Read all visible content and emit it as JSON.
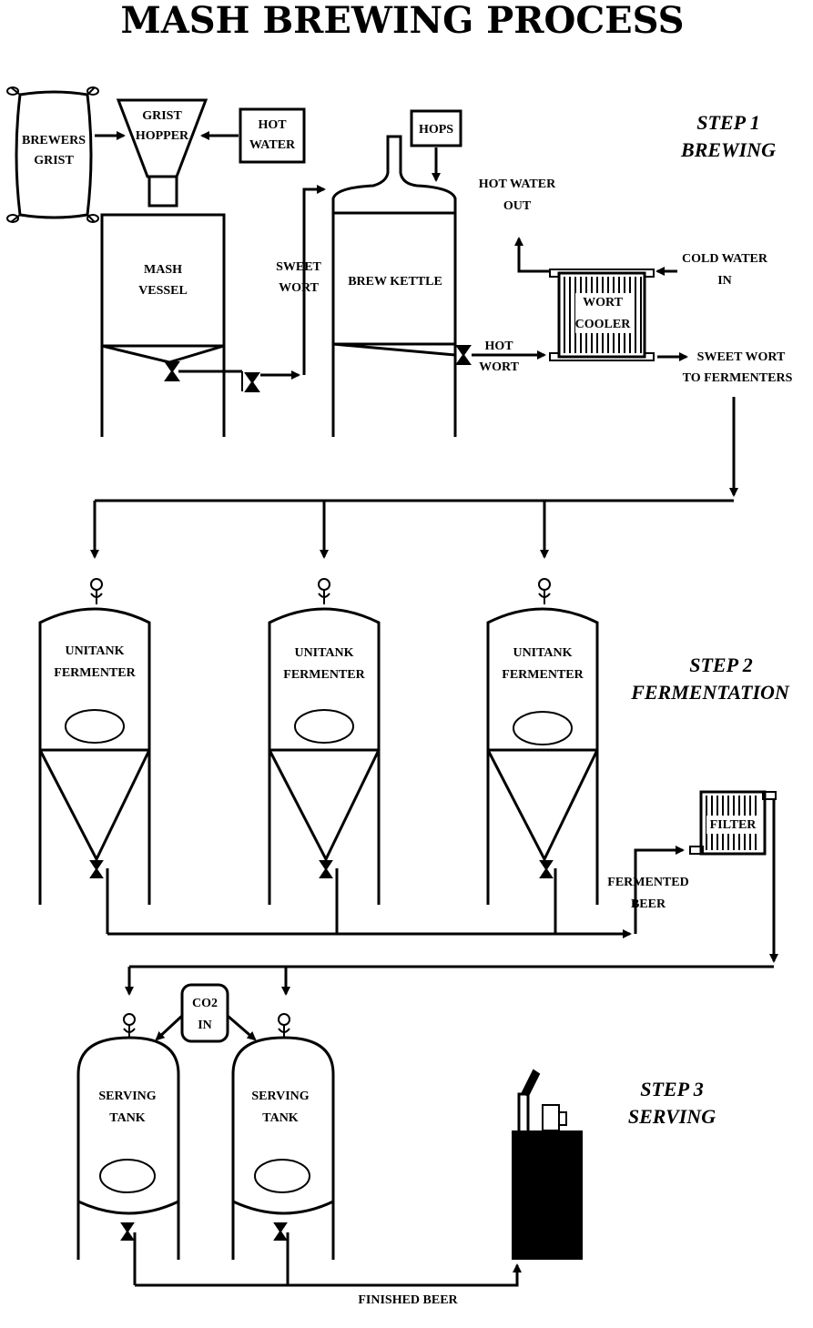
{
  "title": "MASH BREWING PROCESS",
  "steps": {
    "s1a": "STEP 1",
    "s1b": "BREWING",
    "s2a": "STEP 2",
    "s2b": "FERMENTATION",
    "s3a": "STEP 3",
    "s3b": "SERVING"
  },
  "labels": {
    "grist1": "BREWERS",
    "grist2": "GRIST",
    "hopper1": "GRIST",
    "hopper2": "HOPPER",
    "hotwater1": "HOT",
    "hotwater2": "WATER",
    "mash1": "MASH",
    "mash2": "VESSEL",
    "sweet1": "SWEET",
    "sweet2": "WORT",
    "hops": "HOPS",
    "kettle": "BREW KETTLE",
    "hwout1": "HOT WATER",
    "hwout2": "OUT",
    "cwin1": "COLD WATER",
    "cwin2": "IN",
    "cooler1": "WORT",
    "cooler2": "COOLER",
    "hotwort1": "HOT",
    "hotwort2": "WORT",
    "swf1": "SWEET WORT",
    "swf2": "TO FERMENTERS",
    "uni1": "UNITANK",
    "uni2": "FERMENTER",
    "filter": "FILTER",
    "fb1": "FERMENTED",
    "fb2": "BEER",
    "co2a": "CO2",
    "co2b": "IN",
    "serv1": "SERVING",
    "serv2": "TANK",
    "finished": "FINISHED BEER"
  }
}
